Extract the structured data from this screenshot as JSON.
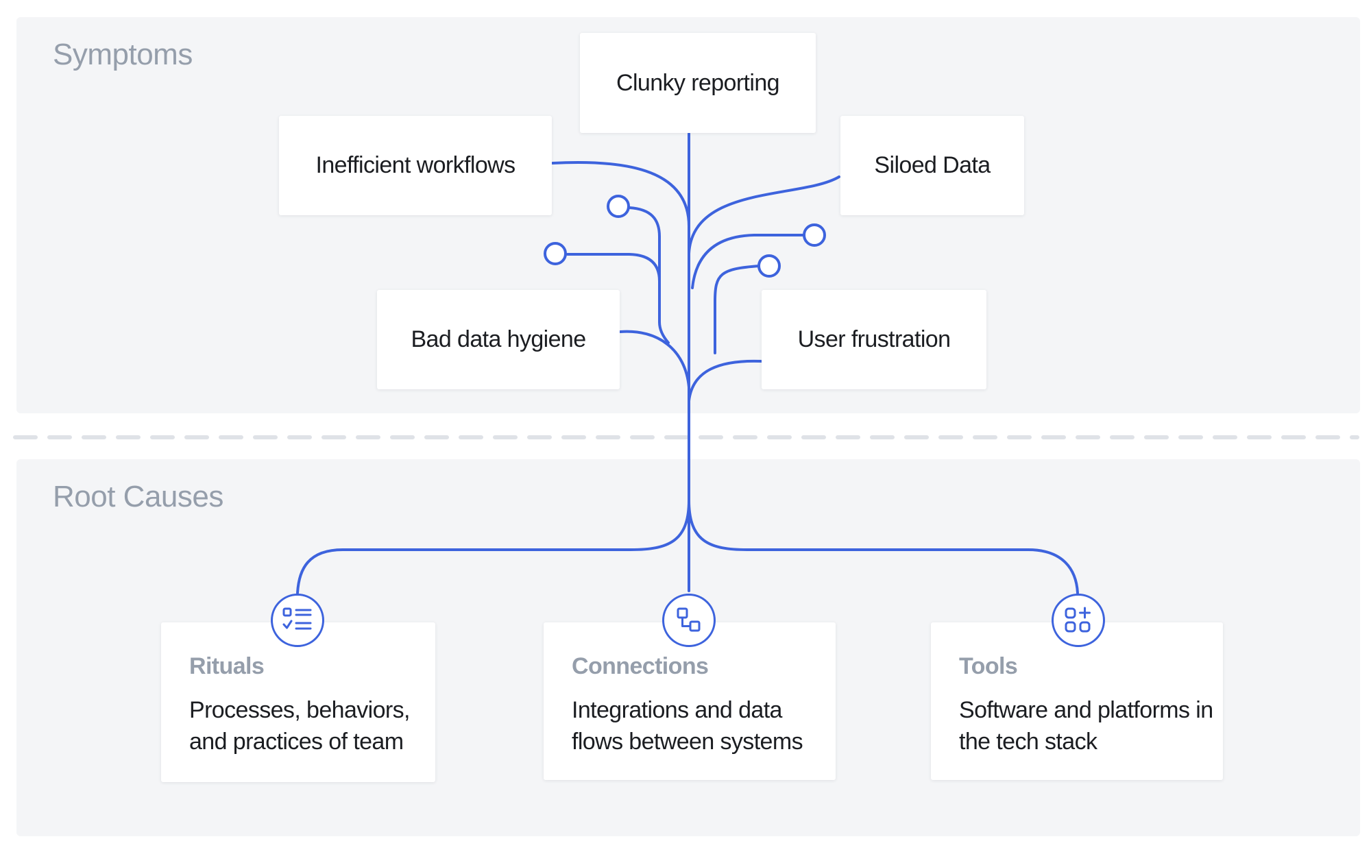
{
  "sections": {
    "symptoms_title": "Symptoms",
    "root_causes_title": "Root Causes"
  },
  "symptoms": [
    {
      "label": "Clunky reporting"
    },
    {
      "label": "Inefficient workflows"
    },
    {
      "label": "Siloed Data"
    },
    {
      "label": "Bad data hygiene"
    },
    {
      "label": "User frustration"
    }
  ],
  "root_causes": [
    {
      "title": "Rituals",
      "description": "Processes, behaviors, and practices of team",
      "icon": "checklist-icon"
    },
    {
      "title": "Connections",
      "description": "Integrations and data flows between systems",
      "icon": "connected-nodes-icon"
    },
    {
      "title": "Tools",
      "description": "Software and platforms in the tech stack",
      "icon": "apps-add-icon"
    }
  ],
  "colors": {
    "accent": "#3d63dd",
    "panel_background": "#f4f5f7",
    "divider": "#dfe2e7",
    "section_title": "#959eab"
  }
}
